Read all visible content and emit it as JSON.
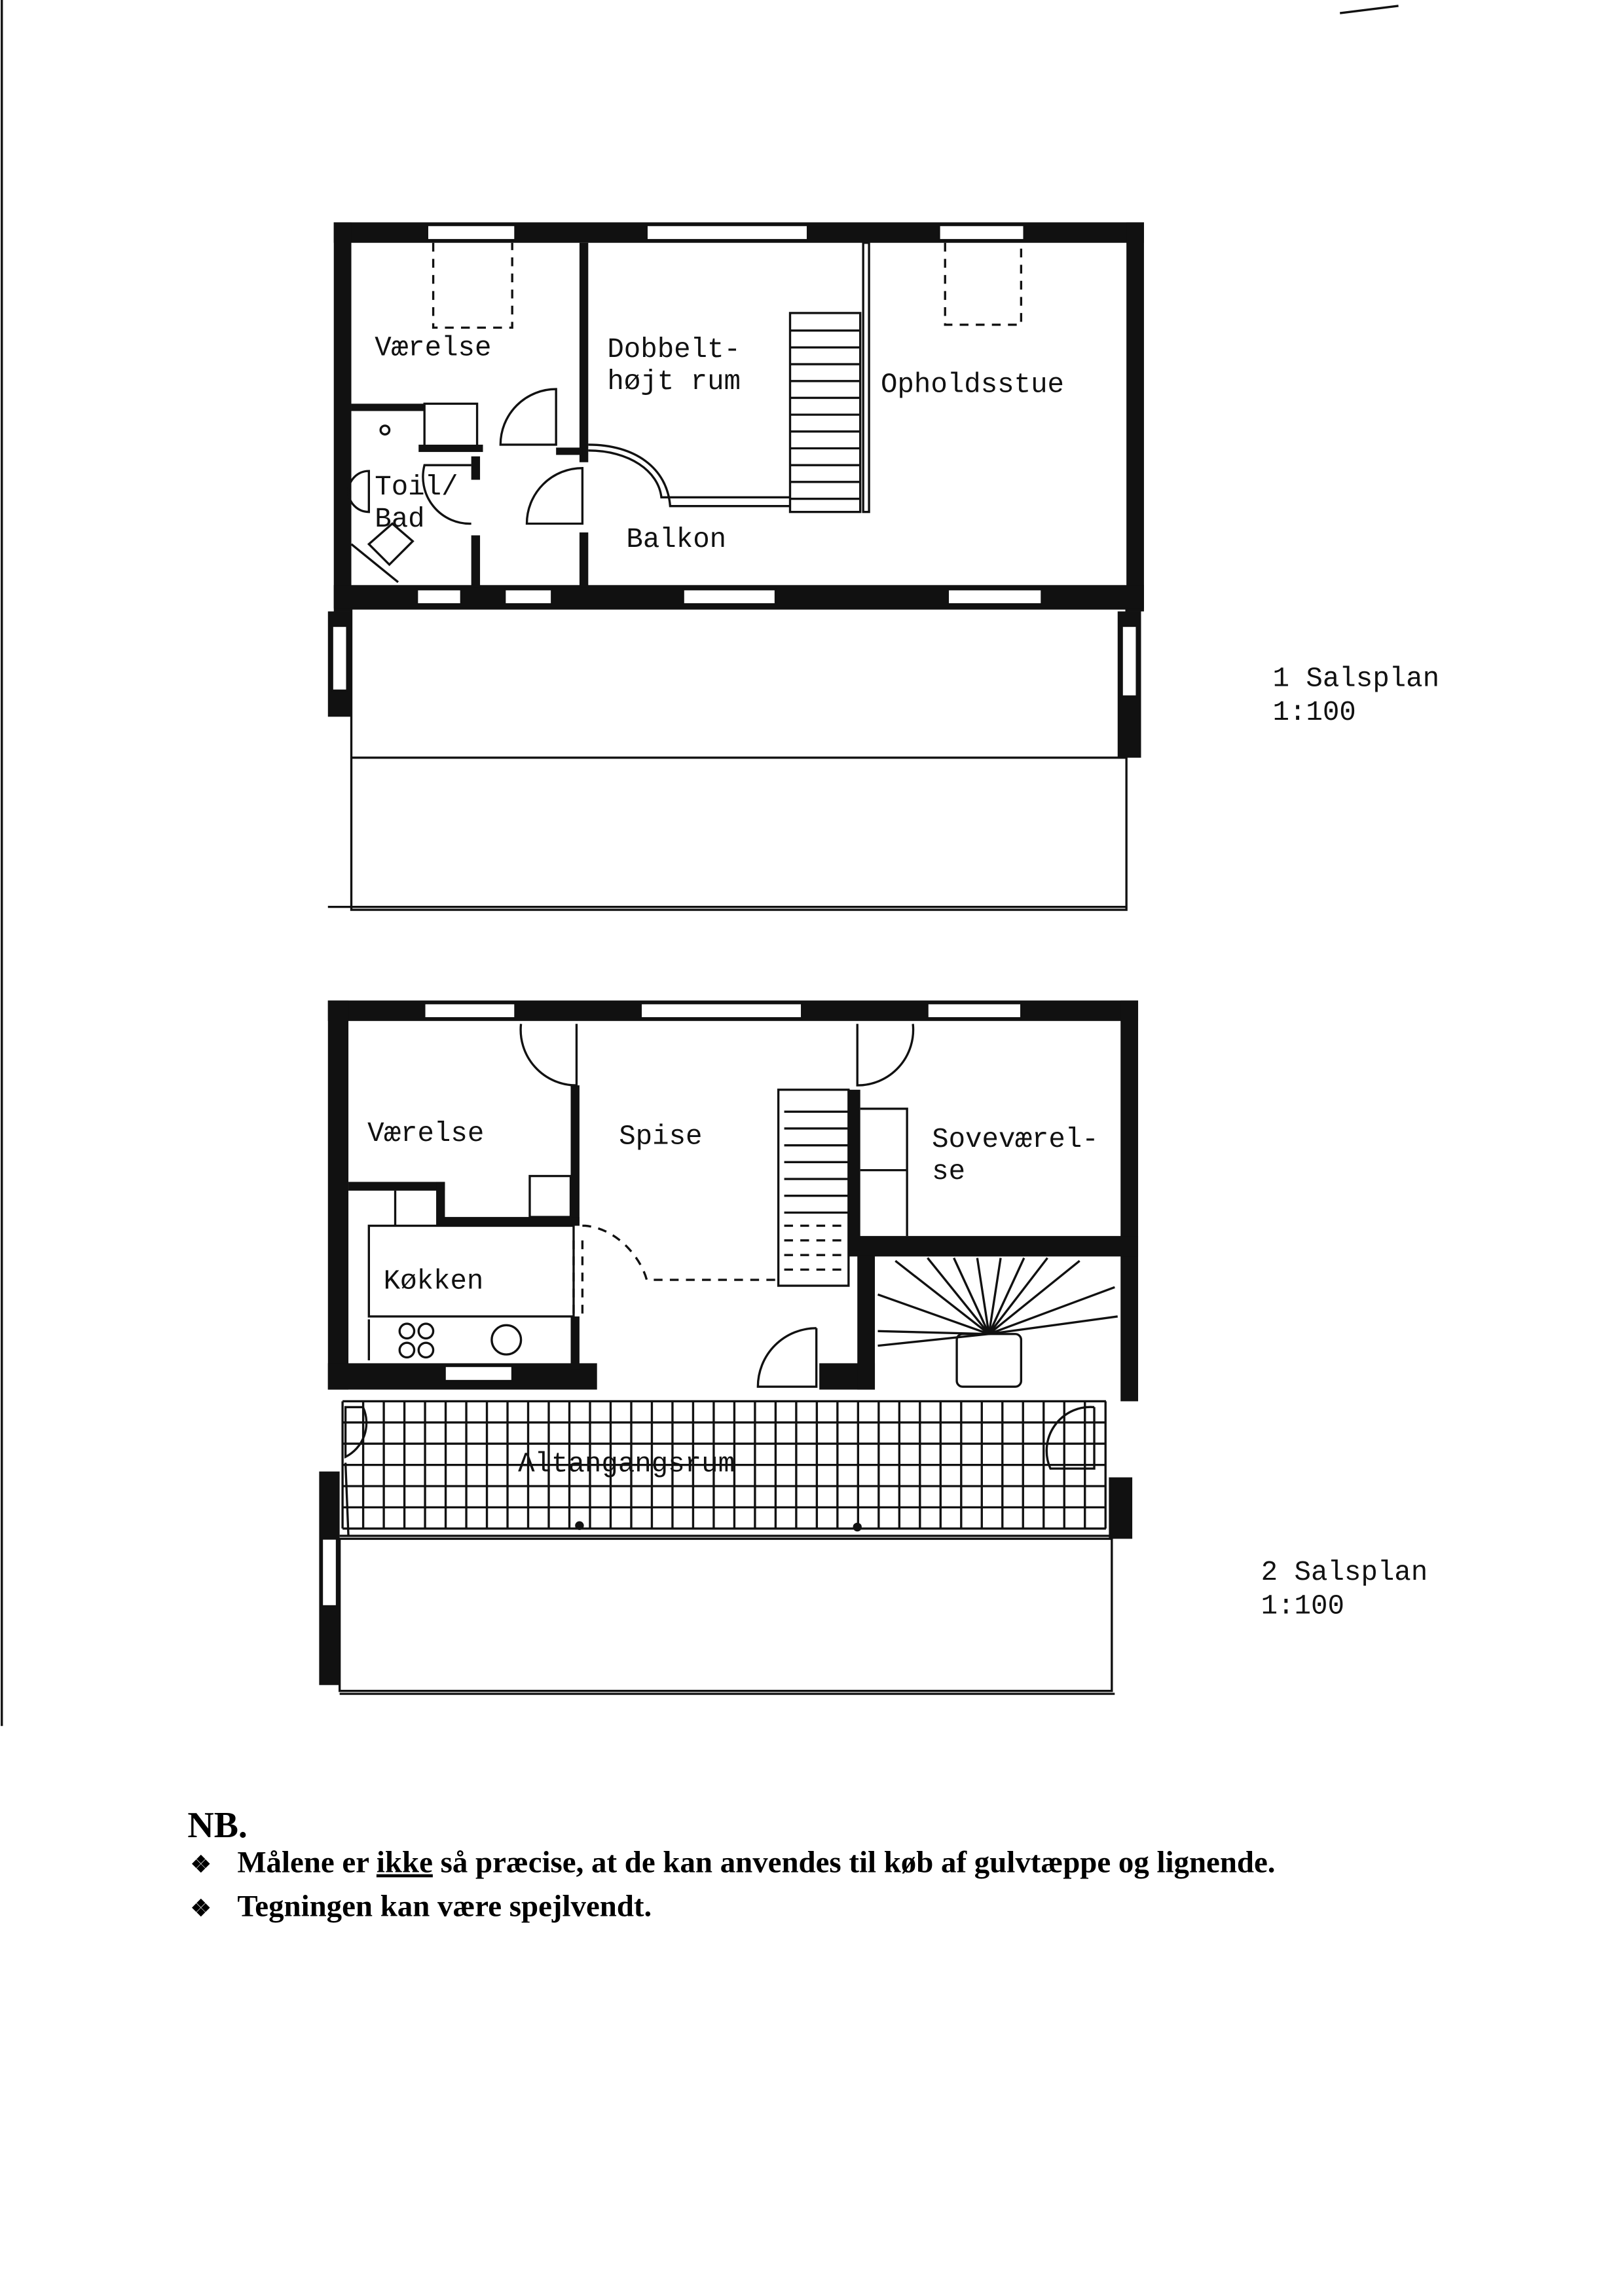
{
  "plan1": {
    "title": "1 Salsplan",
    "scale": "1:100",
    "rooms": {
      "vaerelse": "Værelse",
      "dobbelt_line1": "Dobbelt-",
      "dobbelt_line2": "højt rum",
      "opholdsstue": "Opholdsstue",
      "toil_line1": "Toil/",
      "toil_line2": "Bad",
      "balkon": "Balkon"
    }
  },
  "plan2": {
    "title": "2 Salsplan",
    "scale": "1:100",
    "rooms": {
      "vaerelse": "Værelse",
      "spise": "Spise",
      "sove_line1": "Soveværel-",
      "sove_line2": "se",
      "kokken": "Køkken",
      "altan": "Altangangsrum"
    }
  },
  "notes": {
    "heading": "NB.",
    "bullet_icon": "diamond-bullet-icon",
    "items": [
      {
        "before": "Målene er ",
        "underlined": "ikke",
        "after": " så præcise, at de kan anvendes til køb af gulvtæppe og lignende."
      },
      {
        "before": "Tegningen kan være spejlvendt.",
        "underlined": "",
        "after": ""
      }
    ]
  }
}
